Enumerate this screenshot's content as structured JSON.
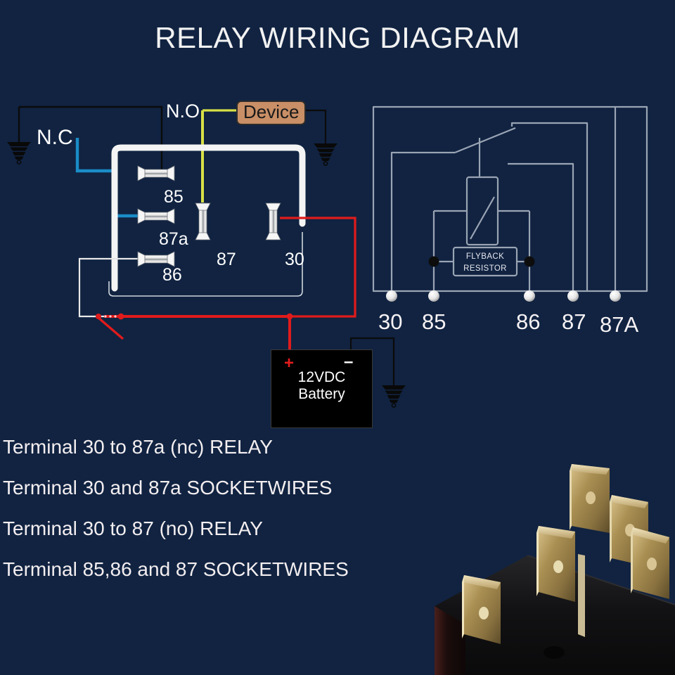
{
  "page": {
    "title": "RELAY WIRING DIAGRAM",
    "background_color": "#112341"
  },
  "left_diagram": {
    "name": "relay-socket-wiring",
    "labels": {
      "nc": "N.C",
      "no": "N.O",
      "device": "Device"
    },
    "terminals": [
      {
        "id": "85",
        "label": "85"
      },
      {
        "id": "87a",
        "label": "87a"
      },
      {
        "id": "86",
        "label": "86"
      },
      {
        "id": "87",
        "label": "87"
      },
      {
        "id": "30",
        "label": "30"
      }
    ],
    "battery": {
      "text_line1": "12VDC",
      "text_line2": "Battery",
      "plus": "+",
      "minus": "–"
    },
    "wire_colors": {
      "nc_blue": "#1a8cc8",
      "no_yellow": "#d8e044",
      "power_red": "#e01b1b",
      "relay_body_white": "#f4f4f4",
      "signal_black": "#0a0a0a",
      "signal_white": "#e8e8e8"
    }
  },
  "right_schematic": {
    "name": "relay-internal-schematic",
    "flyback": {
      "line1": "FLYBACK",
      "line2": "RESISTOR"
    },
    "terminals": [
      {
        "id": "30",
        "label": "30"
      },
      {
        "id": "85",
        "label": "85"
      },
      {
        "id": "86",
        "label": "86"
      },
      {
        "id": "87",
        "label": "87"
      },
      {
        "id": "87A",
        "label": "87A"
      }
    ],
    "line_color": "#9aa4b4"
  },
  "notes": [
    "Terminal 30 to 87a (nc) RELAY",
    "Terminal 30 and 87a SOCKETWIRES",
    "Terminal 30 to 87 (no) RELAY",
    "Terminal 85,86 and 87 SOCKETWIRES"
  ],
  "photo": {
    "caption": "relay-photo",
    "body_color": "#0b0b0c",
    "terminal_color": "#b99a5a"
  }
}
